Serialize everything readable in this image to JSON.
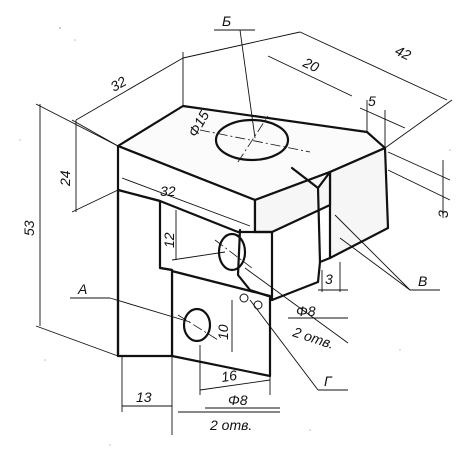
{
  "drawing": {
    "letters": {
      "b": "Б",
      "a": "А",
      "v": "В",
      "g": "Г"
    },
    "dimensions": {
      "width_top": "32",
      "depth": "42",
      "slot_depth": "20",
      "ledge": "5",
      "ledge_height": "3",
      "upper_height": "24",
      "total_height": "53",
      "hole_top_dia": "Φ15",
      "front_width": "32",
      "hole_offset_12": "12",
      "step_3": "3",
      "hole_dia_right": "Φ8",
      "holes_right": "2 отв.",
      "spacing_10": "10",
      "spacing_16": "16",
      "base_13": "13",
      "hole_dia_bottom": "Φ8",
      "holes_bottom": "2 отв."
    }
  }
}
